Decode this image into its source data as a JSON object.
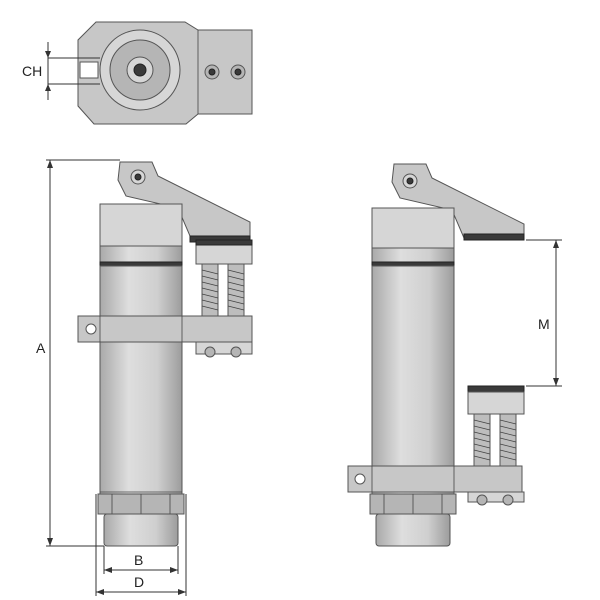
{
  "dimensions": {
    "ch": "CH",
    "a": "A",
    "b": "B",
    "d": "D",
    "m": "M"
  },
  "colors": {
    "metal": "#c7c7c7",
    "rubber": "#3a3a3a",
    "outline": "#555555"
  }
}
